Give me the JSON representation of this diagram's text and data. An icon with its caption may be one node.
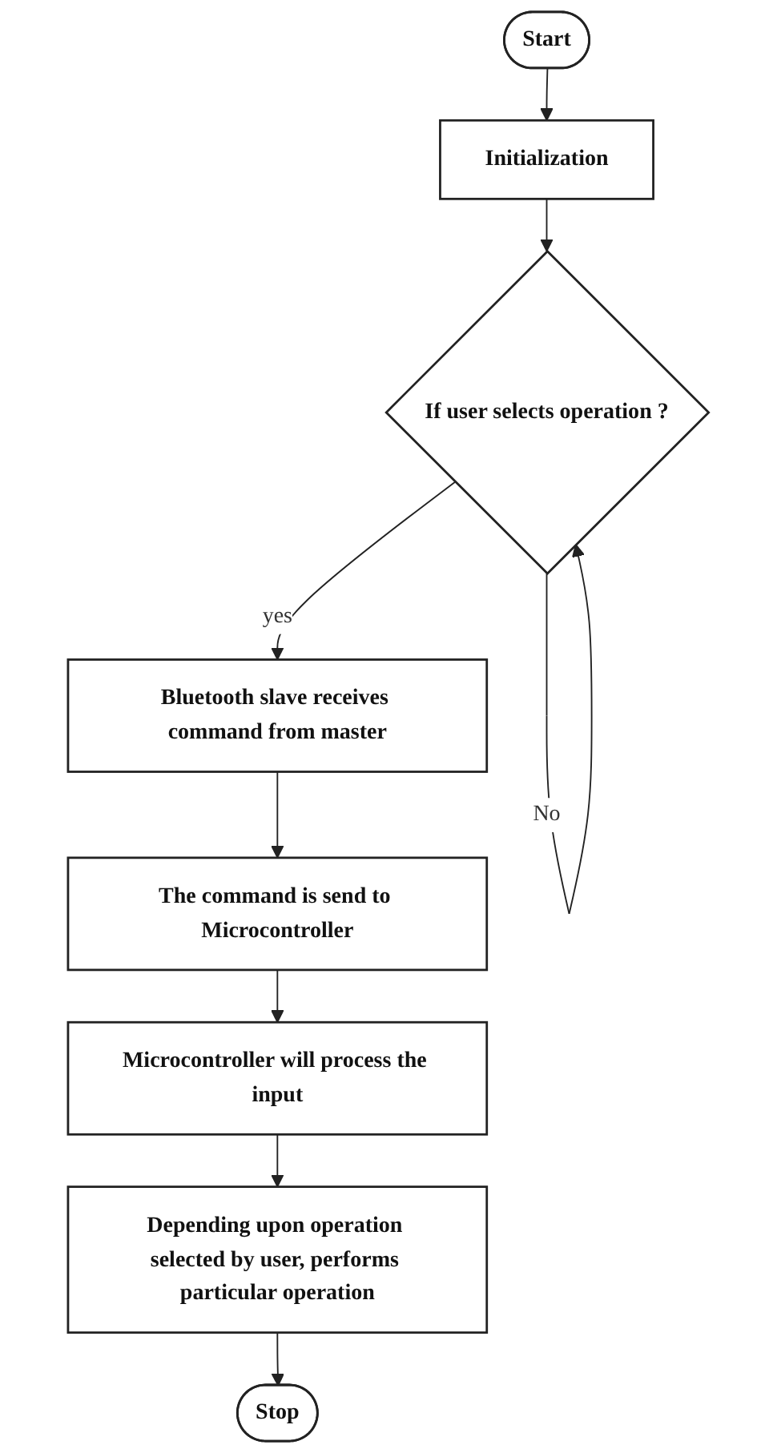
{
  "diagram": {
    "nodes": [
      {
        "text": [
          "Start"
        ]
      },
      {
        "text": [
          "Initialization"
        ]
      },
      {
        "text": [
          "If user selects operation ?"
        ]
      },
      {
        "text": [
          "Bluetooth slave receives command from master"
        ]
      },
      {
        "text": [
          "The command is send to Microcontroller"
        ]
      },
      {
        "text": [
          "Microcontroller will process the input"
        ]
      },
      {
        "text": [
          "Depending upon operation selected by user, performs particular operation"
        ]
      },
      {
        "text": [
          "Stop"
        ]
      }
    ],
    "edges": [
      {
        "from": 0,
        "to": 1,
        "arrow": "to"
      },
      {
        "from": 1,
        "to": 2,
        "arrow": "to"
      },
      {
        "from": 2,
        "to": 2,
        "arrow": "to",
        "label": "No"
      },
      {
        "from": 2,
        "to": 3,
        "arrow": "to",
        "label": "yes"
      },
      {
        "from": 3,
        "to": 4,
        "arrow": "to"
      },
      {
        "from": 4,
        "to": 5,
        "arrow": "to"
      },
      {
        "from": 5,
        "to": 6,
        "arrow": "to"
      },
      {
        "from": 6,
        "to": 7,
        "arrow": "to"
      }
    ]
  }
}
